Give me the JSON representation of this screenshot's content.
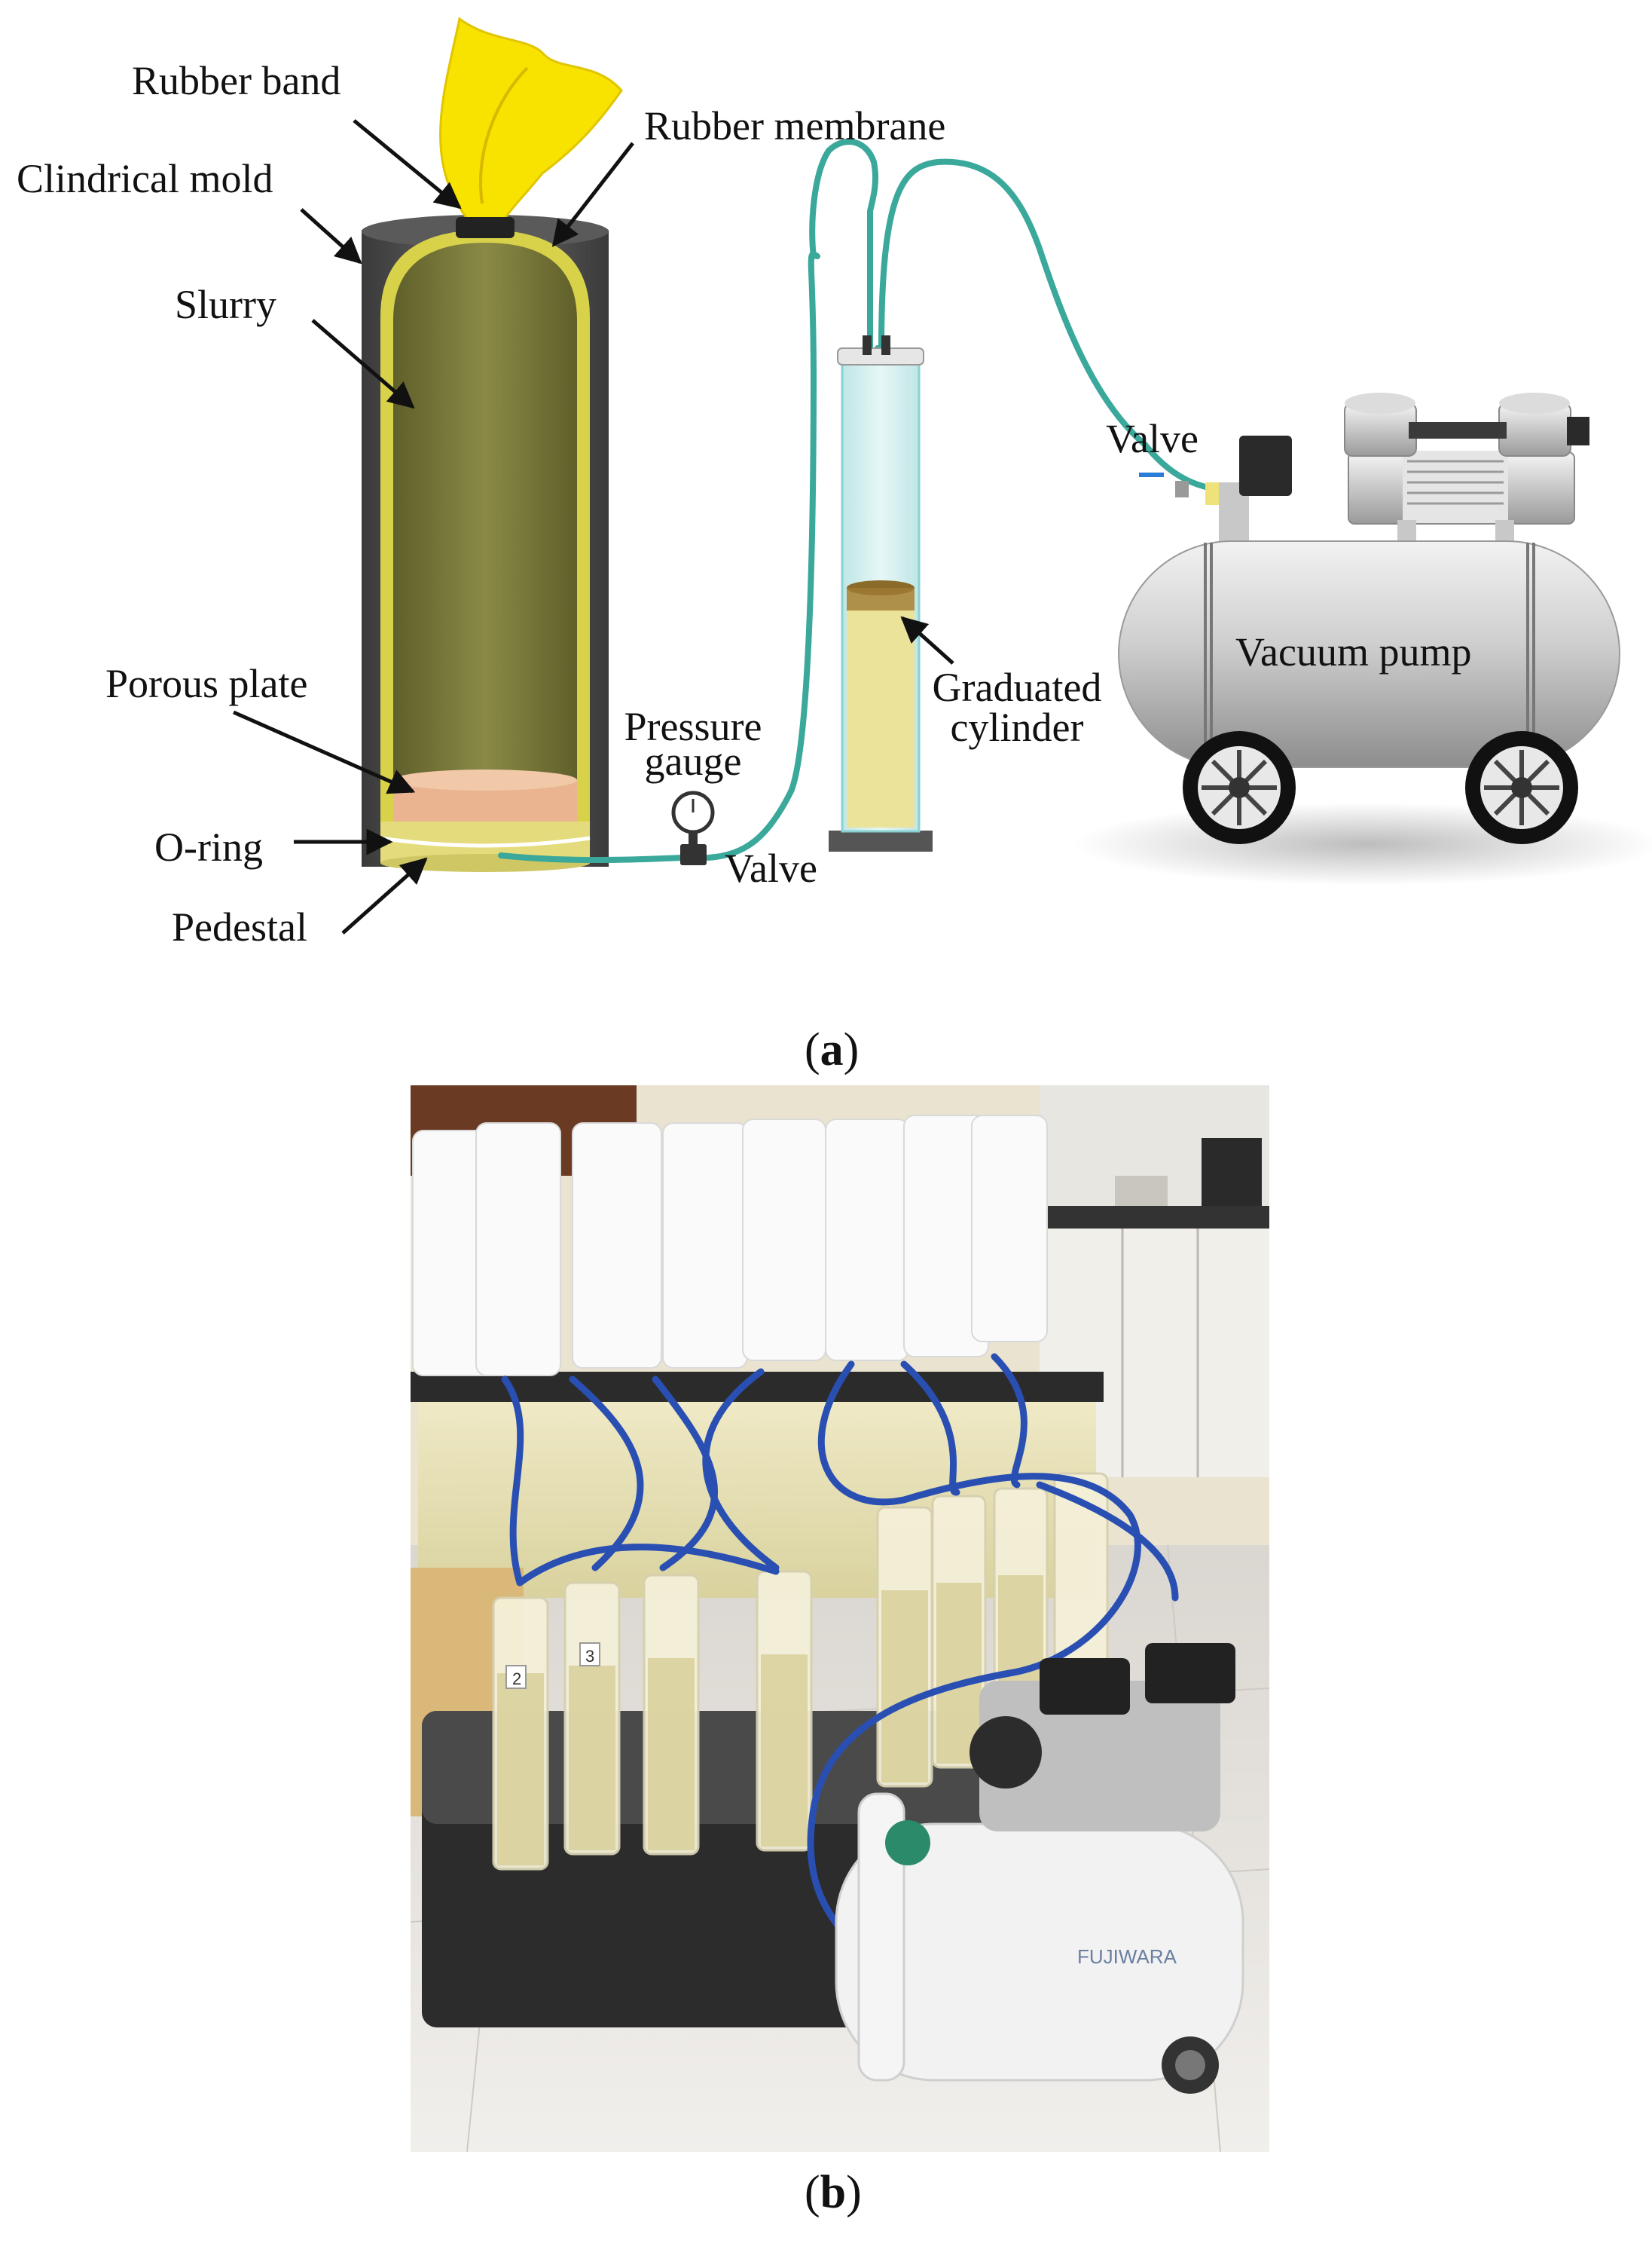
{
  "panel_a": {
    "labels": {
      "rubber_band": "Rubber band",
      "rubber_membrane": "Rubber membrane",
      "cylindrical_mold": "Clindrical mold",
      "slurry": "Slurry",
      "porous_plate": "Porous plate",
      "o_ring": "O-ring",
      "pedestal": "Pedestal",
      "pressure_gauge_line1": "Pressure",
      "pressure_gauge_line2": "gauge",
      "valve_bottom": "Valve",
      "graduated_line1": "Graduated",
      "graduated_line2": "cylinder",
      "valve_top": "Valve",
      "vacuum_pump": "Vacuum pump"
    },
    "caption_letter": "a"
  },
  "panel_b": {
    "caption_letter": "b",
    "sticker_numbers": [
      "2",
      "3"
    ],
    "pump_brand": "FUJIWARA"
  },
  "colors": {
    "tube": "#3aa89a",
    "slurry": "#7b7a3c",
    "membrane": "#d8d24a",
    "mold": "#4a4a4a",
    "porous_plate": "#e9b48f",
    "pedestal": "#e4dc7c",
    "rubber_band_flag": "#f7e200",
    "pump_body": "#c9c9c9",
    "photo_hose": "#2a4fb3"
  }
}
